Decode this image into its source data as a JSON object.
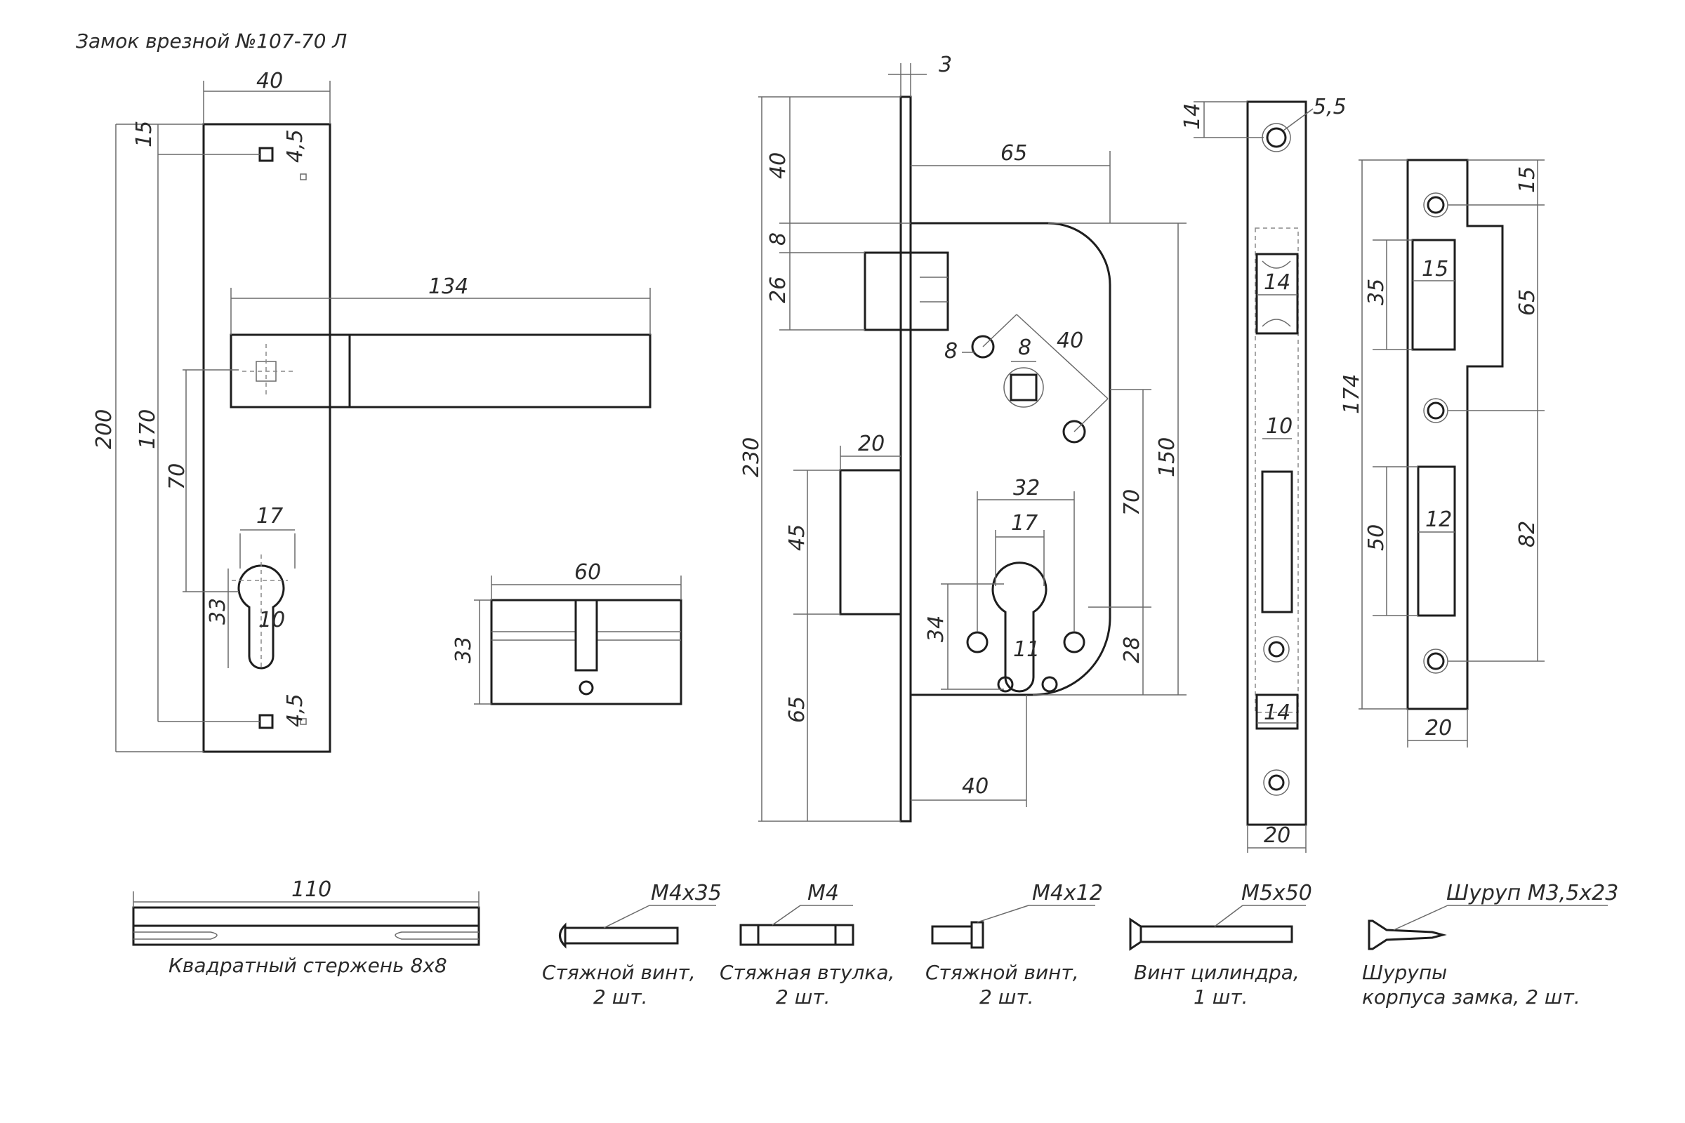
{
  "title": "Замок врезной №107-70 Л",
  "plate": {
    "d_width": "40",
    "d_top_screw": "15",
    "d_screw_a": "4,5",
    "d_screw_b": "4,5",
    "d_height": "200",
    "d_screw_span": "170",
    "d_axis": "70",
    "d_key_w": "17",
    "d_key_h": "33",
    "d_key_slot": "10"
  },
  "handle": {
    "d_length": "134"
  },
  "cylinder": {
    "d_length": "60",
    "d_height": "33"
  },
  "lock": {
    "d_faceplate": "3",
    "d_body": "65",
    "d_top": "40",
    "d_gap": "8",
    "d_latch": "26",
    "d_hole": "8",
    "d_square": "8",
    "d_diag": "40",
    "d_total": "230",
    "d_bolt_w": "20",
    "d_bolt_h": "45",
    "d_bottom": "65",
    "d_cyl_outer": "32",
    "d_cyl_inner": "17",
    "d_cyl_h": "34",
    "d_cyl_slot": "11",
    "d_center": "70",
    "d_height": "150",
    "d_bot_off": "28",
    "d_backset": "40"
  },
  "faceplate": {
    "d_hole_top": "14",
    "d_hole_d": "5,5",
    "d_win1": "14",
    "d_win2": "10",
    "d_win3": "14",
    "d_width": "20"
  },
  "strike": {
    "d_top": "15",
    "d_win1_h": "35",
    "d_win1_w": "15",
    "d_step": "65",
    "d_total": "174",
    "d_win2_h": "50",
    "d_win2_w": "12",
    "d_bottom": "82",
    "d_width": "20"
  },
  "accessories": [
    {
      "spec": "110",
      "caption_l1": "Квадратный стержень 8х8",
      "caption_l2": ""
    },
    {
      "spec": "М4х35",
      "caption_l1": "Стяжной винт,",
      "caption_l2": "2 шт."
    },
    {
      "spec": "М4",
      "caption_l1": "Стяжная втулка,",
      "caption_l2": "2 шт."
    },
    {
      "spec": "М4х12",
      "caption_l1": "Стяжной винт,",
      "caption_l2": "2 шт."
    },
    {
      "spec": "М5х50",
      "caption_l1": "Винт цилиндра,",
      "caption_l2": "1 шт."
    },
    {
      "spec": "Шуруп М3,5х23",
      "caption_l1": "Шурупы",
      "caption_l2": "корпуса замка, 2 шт."
    }
  ],
  "colors": {
    "line": "#1e1e1e",
    "dim": "#6a6a6a",
    "text": "#2b2b2b",
    "background": "#ffffff"
  }
}
